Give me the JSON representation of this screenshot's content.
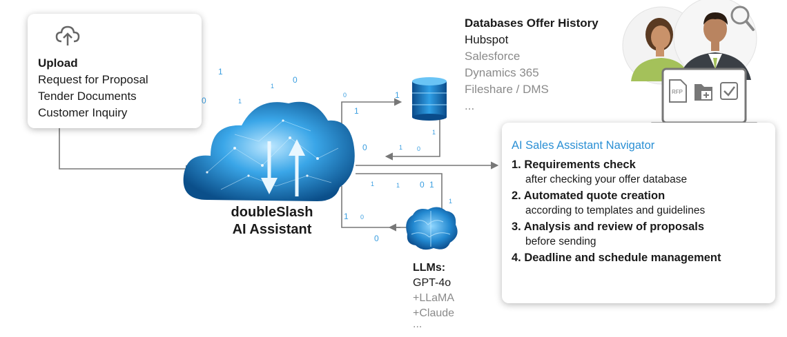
{
  "upload": {
    "icon": "cloud-upload-icon",
    "title": "Upload",
    "items": [
      "Request for Proposal",
      "Tender Documents",
      "Customer Inquiry"
    ]
  },
  "databases": {
    "title": "Databases Offer History",
    "main": "Hubspot",
    "others": [
      "Salesforce",
      "Dynamics 365",
      "Fileshare / DMS",
      "..."
    ]
  },
  "assistant": {
    "line1": "doubleSlash",
    "line2": "AI Assistant"
  },
  "llms": {
    "title": "LLMs:",
    "main": "GPT-4o",
    "others": [
      "+LLaMA",
      "+Claude",
      "..."
    ]
  },
  "navigator": {
    "title": "AI Sales Assistant Navigator",
    "steps": [
      {
        "title": "1. Requirements check",
        "desc": "after checking your offer database"
      },
      {
        "title": "2. Automated quote creation",
        "desc": "according to templates and guidelines"
      },
      {
        "title": "3. Analysis and review of proposals",
        "desc": "before sending"
      },
      {
        "title": "4. Deadline and schedule management",
        "desc": ""
      }
    ]
  },
  "laptop_icons": [
    "RFP",
    "folder-plus-icon",
    "checkbox-icon"
  ],
  "colors": {
    "accent": "#2a8fd4",
    "cloud": "#1f7fc4",
    "arrow": "#777777"
  }
}
